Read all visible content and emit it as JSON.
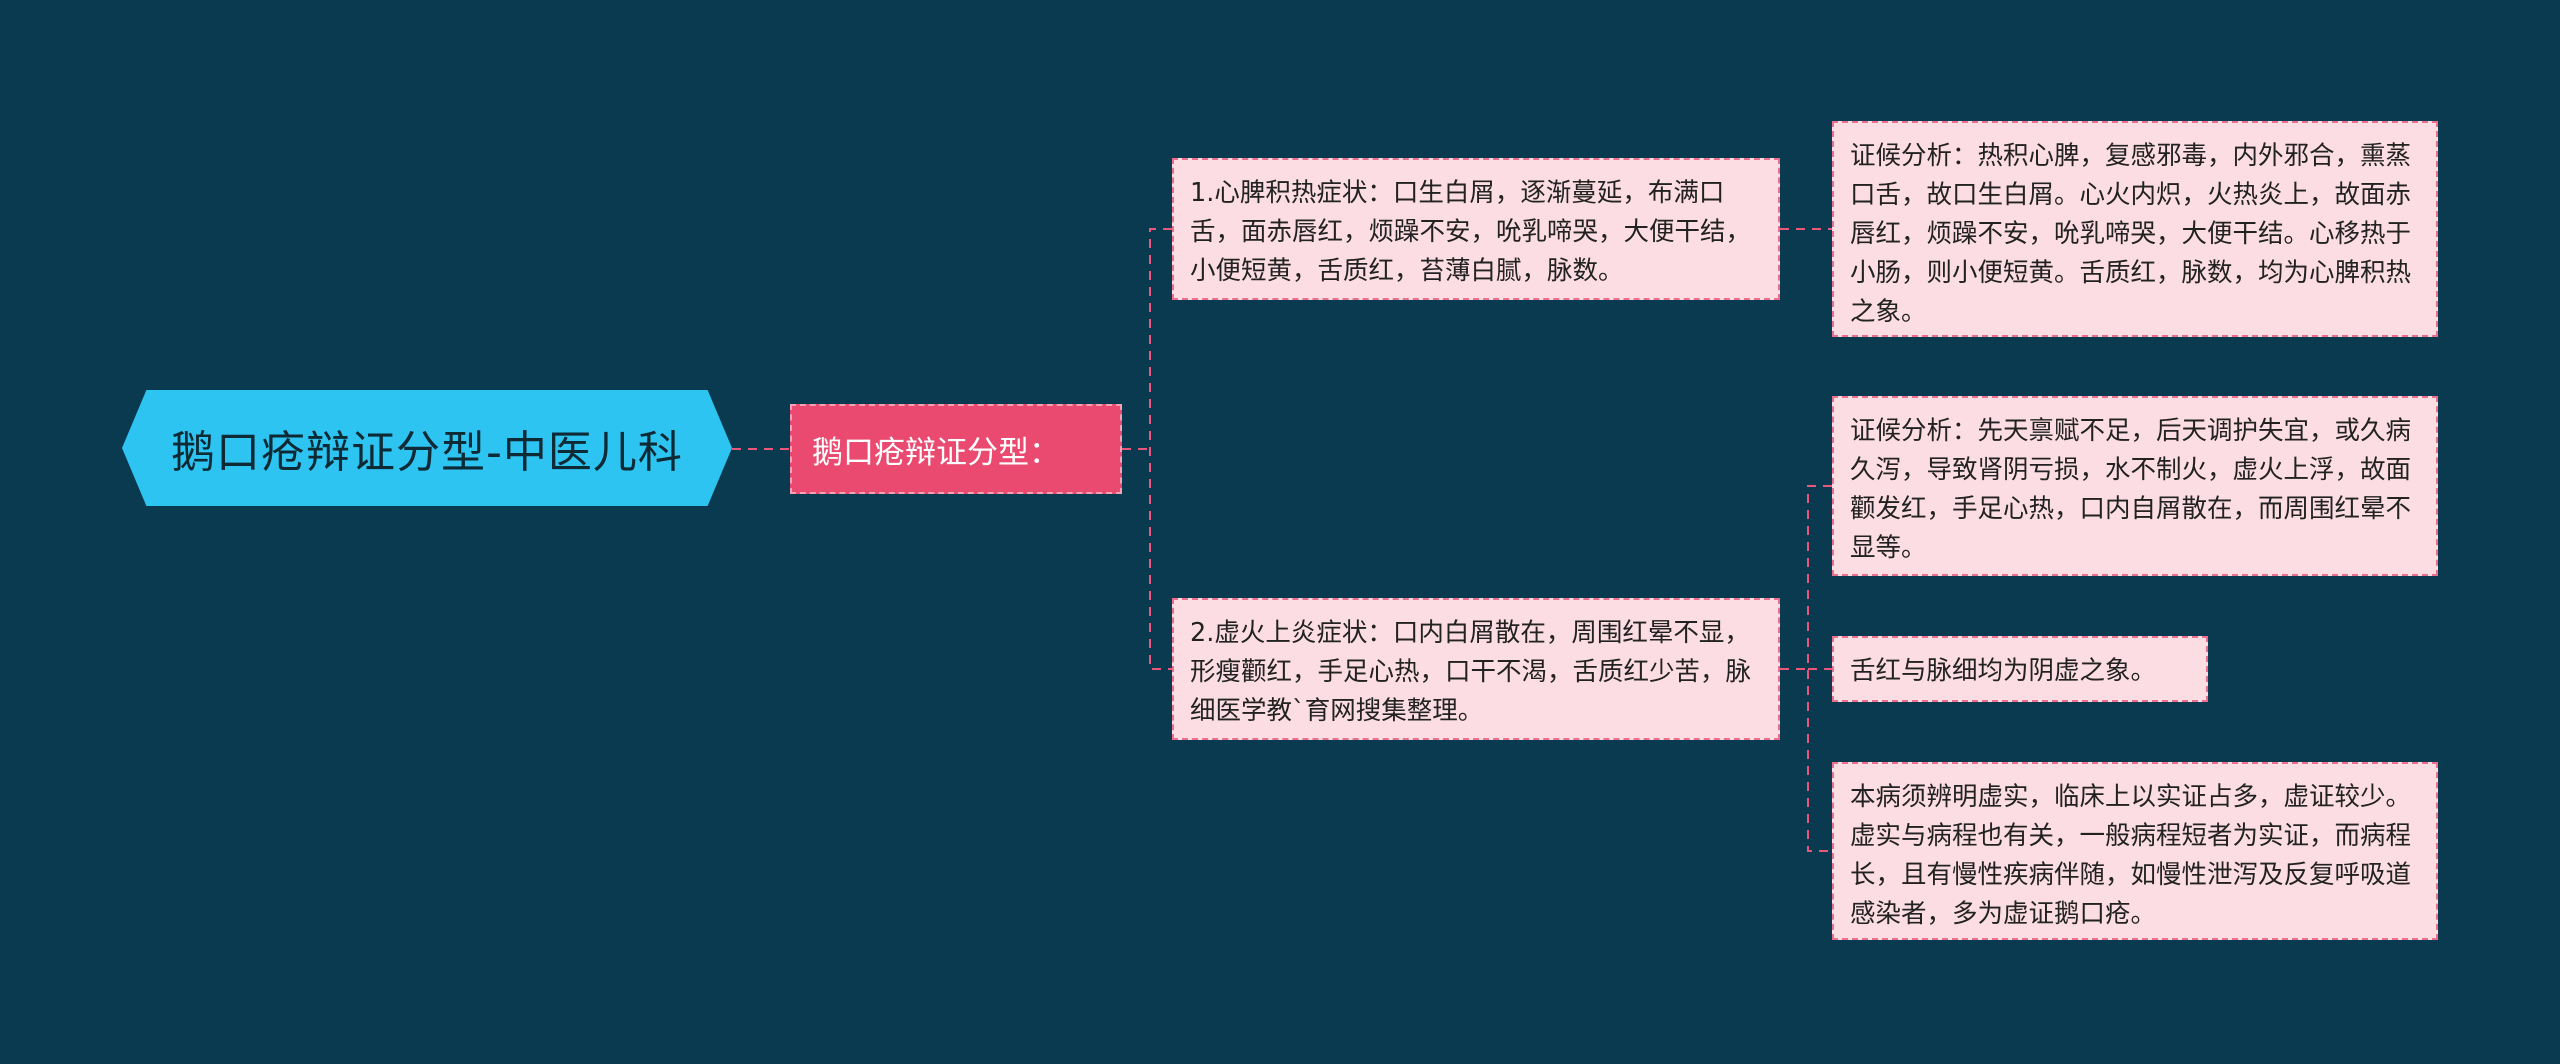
{
  "root": {
    "title": "鹅口疮辩证分型-中医儿科"
  },
  "level1": {
    "label": "鹅口疮辩证分型："
  },
  "branch1": {
    "symptom": "1.心脾积热症状：口生白屑，逐渐蔓延，布满口舌，面赤唇红，烦躁不安，吮乳啼哭，大便干结，小便短黄，舌质红，苔薄白腻，脉数。",
    "analysis": "证候分析：热积心脾，复感邪毒，内外邪合，熏蒸口舌，故口生白屑。心火内炽，火热炎上，故面赤唇红，烦躁不安，吮乳啼哭，大便干结。心移热于小肠，则小便短黄。舌质红，脉数，均为心脾积热之象。"
  },
  "branch2": {
    "symptom": "2.虚火上炎症状：口内白屑散在，周围红晕不显，形瘦颧红，手足心热，口干不渴，舌质红少苦，脉细医学教`育网搜集整理。",
    "analysis": "证候分析：先天禀赋不足，后天调护失宜，或久病久泻，导致肾阴亏损，水不制火，虚火上浮，故面颧发红，手足心热，口内自屑散在，而周围红晕不显等。",
    "tongue": "舌红与脉细均为阴虚之象。",
    "note": "本病须辨明虚实，临床上以实证占多，虚证较少。虚实与病程也有关，一般病程短者为实证，而病程长，且有慢性疾病伴随，如慢性泄泻及反复呼吸道感染者，多为虚证鹅口疮。"
  },
  "colors": {
    "background": "#0a3a4f",
    "root": "#2ec4f2",
    "level1": "#ea4a70",
    "card": "#fbdde3",
    "link": "#e9587c"
  }
}
